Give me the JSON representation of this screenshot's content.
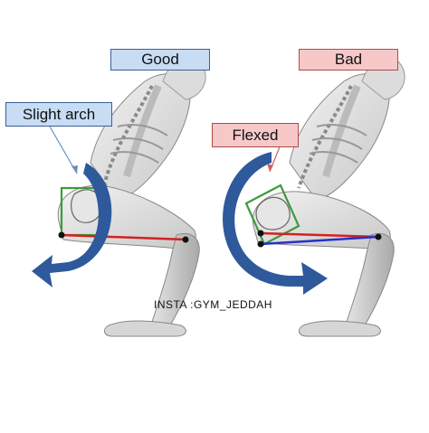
{
  "labels": {
    "good": "Good",
    "bad": "Bad",
    "slight_arch": "Slight arch",
    "flexed": "Flexed"
  },
  "watermark": "INSTA :GYM_JEDDAH",
  "colors": {
    "good_box_fill": "#c8dcf4",
    "bad_box_fill": "#f6c8c8",
    "arrow_blue": "#2e5a9c",
    "line_red": "#d42020",
    "line_blue": "#2233cc",
    "pelvis_box_green": "#3c9a3c"
  }
}
